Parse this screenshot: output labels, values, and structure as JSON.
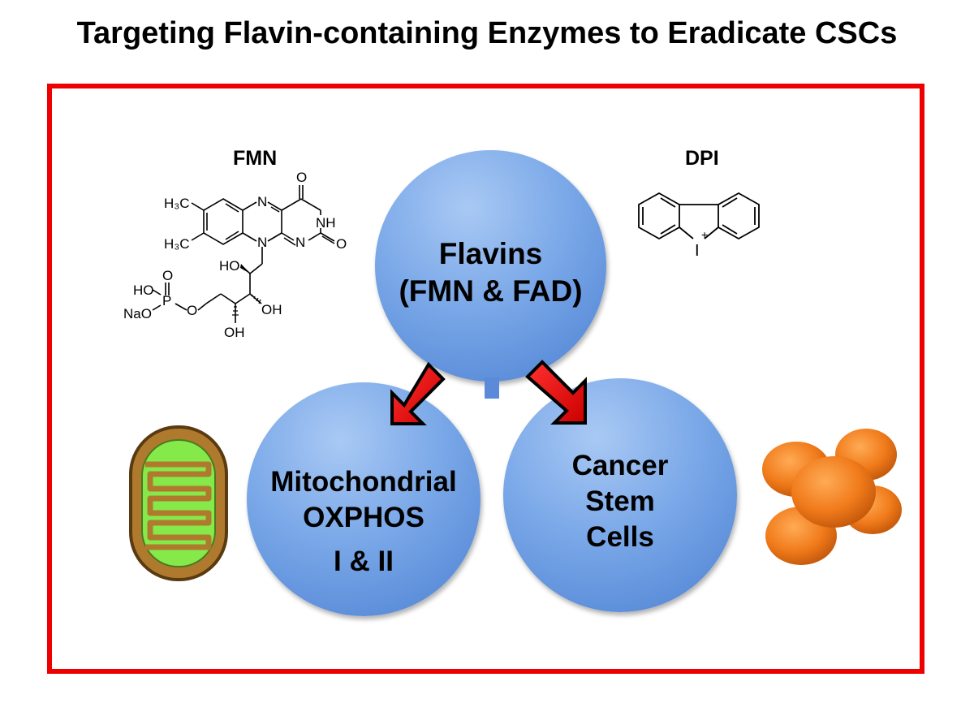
{
  "title": "Targeting Flavin-containing Enzymes to Eradicate CSCs",
  "colors": {
    "frame": "#ee0000",
    "bubble": "#6f9ee4",
    "arrow_fill": "#ee0000",
    "arrow_stroke": "#000000",
    "mitochondrion_outer": "#b07a2e",
    "mitochondrion_inner": "#86e94a",
    "stem_cell": "#f07a1a"
  },
  "molecules": {
    "fmn": {
      "label": "FMN",
      "atoms": {
        "h3c_top": "H₃C",
        "h3c_bottom": "H₃C",
        "n_top": "N",
        "n_bottom": "N",
        "n_ring": "N",
        "nh": "NH",
        "o_top": "O",
        "o_right": "O",
        "ho_chain": "HO",
        "ho_phosphate": "HO",
        "o_phosphate": "O",
        "p": "P",
        "nao": "NaO",
        "o_ester": "O",
        "oh_right": "OH",
        "oh_bottom": "OH"
      }
    },
    "dpi": {
      "label": "DPI",
      "iodine": "I",
      "charge": "+"
    }
  },
  "nodes": {
    "flavins": {
      "lines": [
        "Flavins",
        "(FMN & FAD)"
      ]
    },
    "oxphos": {
      "lines": [
        "Mitochondrial",
        "OXPHOS",
        "I & II"
      ]
    },
    "cscs": {
      "lines": [
        "Cancer",
        "Stem",
        "Cells"
      ]
    }
  },
  "icons": {
    "mitochondrion": "mitochondrion-icon",
    "stem_cell": "stem-cell-icon",
    "arrow": "arrow-icon"
  }
}
